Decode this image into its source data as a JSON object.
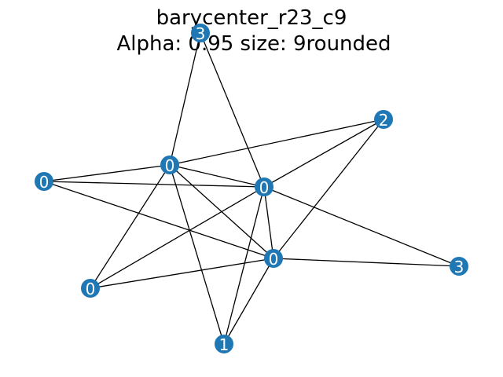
{
  "title": {
    "line1": "barycenter_r23_c9",
    "line2": "Alpha: 0.95 size: 9rounded"
  },
  "colors": {
    "node": "#1f77b4",
    "edge": "#000000",
    "label": "#ffffff"
  },
  "graph": {
    "nodes": [
      {
        "id": "top",
        "label": "3"
      },
      {
        "id": "upper-right",
        "label": "2"
      },
      {
        "id": "center-left",
        "label": "0"
      },
      {
        "id": "far-left",
        "label": "0"
      },
      {
        "id": "center",
        "label": "0"
      },
      {
        "id": "center-lower",
        "label": "0"
      },
      {
        "id": "right",
        "label": "3"
      },
      {
        "id": "lower-left",
        "label": "0"
      },
      {
        "id": "bottom",
        "label": "1"
      }
    ],
    "edges": [
      [
        "top",
        "center-left"
      ],
      [
        "top",
        "center"
      ],
      [
        "upper-right",
        "center-left"
      ],
      [
        "upper-right",
        "center"
      ],
      [
        "upper-right",
        "center-lower"
      ],
      [
        "center-left",
        "far-left"
      ],
      [
        "center-left",
        "center"
      ],
      [
        "center-left",
        "center-lower"
      ],
      [
        "center-left",
        "lower-left"
      ],
      [
        "center-left",
        "bottom"
      ],
      [
        "far-left",
        "center"
      ],
      [
        "far-left",
        "center-lower"
      ],
      [
        "center",
        "center-lower"
      ],
      [
        "center",
        "right"
      ],
      [
        "center",
        "lower-left"
      ],
      [
        "center",
        "bottom"
      ],
      [
        "center-lower",
        "right"
      ],
      [
        "center-lower",
        "lower-left"
      ],
      [
        "center-lower",
        "bottom"
      ]
    ]
  }
}
